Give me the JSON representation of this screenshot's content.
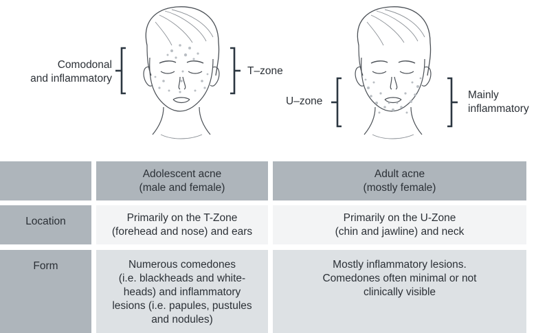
{
  "illustration": {
    "left_face": {
      "label_left": [
        "Comodonal",
        "and inflammatory"
      ],
      "label_right": "T–zone"
    },
    "right_face": {
      "label_left": "U–zone",
      "label_right": [
        "Mainly",
        "inflammatory"
      ]
    }
  },
  "table": {
    "header": {
      "col1": [
        "Adolescent acne",
        "(male and female)"
      ],
      "col2": [
        "Adult acne",
        "(mostly female)"
      ]
    },
    "rows": [
      {
        "label": "Location",
        "col1": [
          "Primarily on the T-Zone",
          "(forehead and nose) and ears"
        ],
        "col2": [
          "Primarily on the U-Zone",
          "(chin and jawline) and neck"
        ]
      },
      {
        "label": "Form",
        "col1": [
          "Numerous comedones",
          "(i.e. blackheads and white-",
          "heads) and inflammatory",
          "lesions (i.e. papules, pustules",
          "and nodules)"
        ],
        "col2": [
          "Mostly inflammatory lesions.",
          "Comedones often minimal or not",
          "clinically visible"
        ]
      }
    ]
  },
  "colors": {
    "header_bg": "#aeb5bb",
    "row_light": "#f3f4f5",
    "row_medium": "#dde1e4",
    "bracket": "#2b3640"
  }
}
